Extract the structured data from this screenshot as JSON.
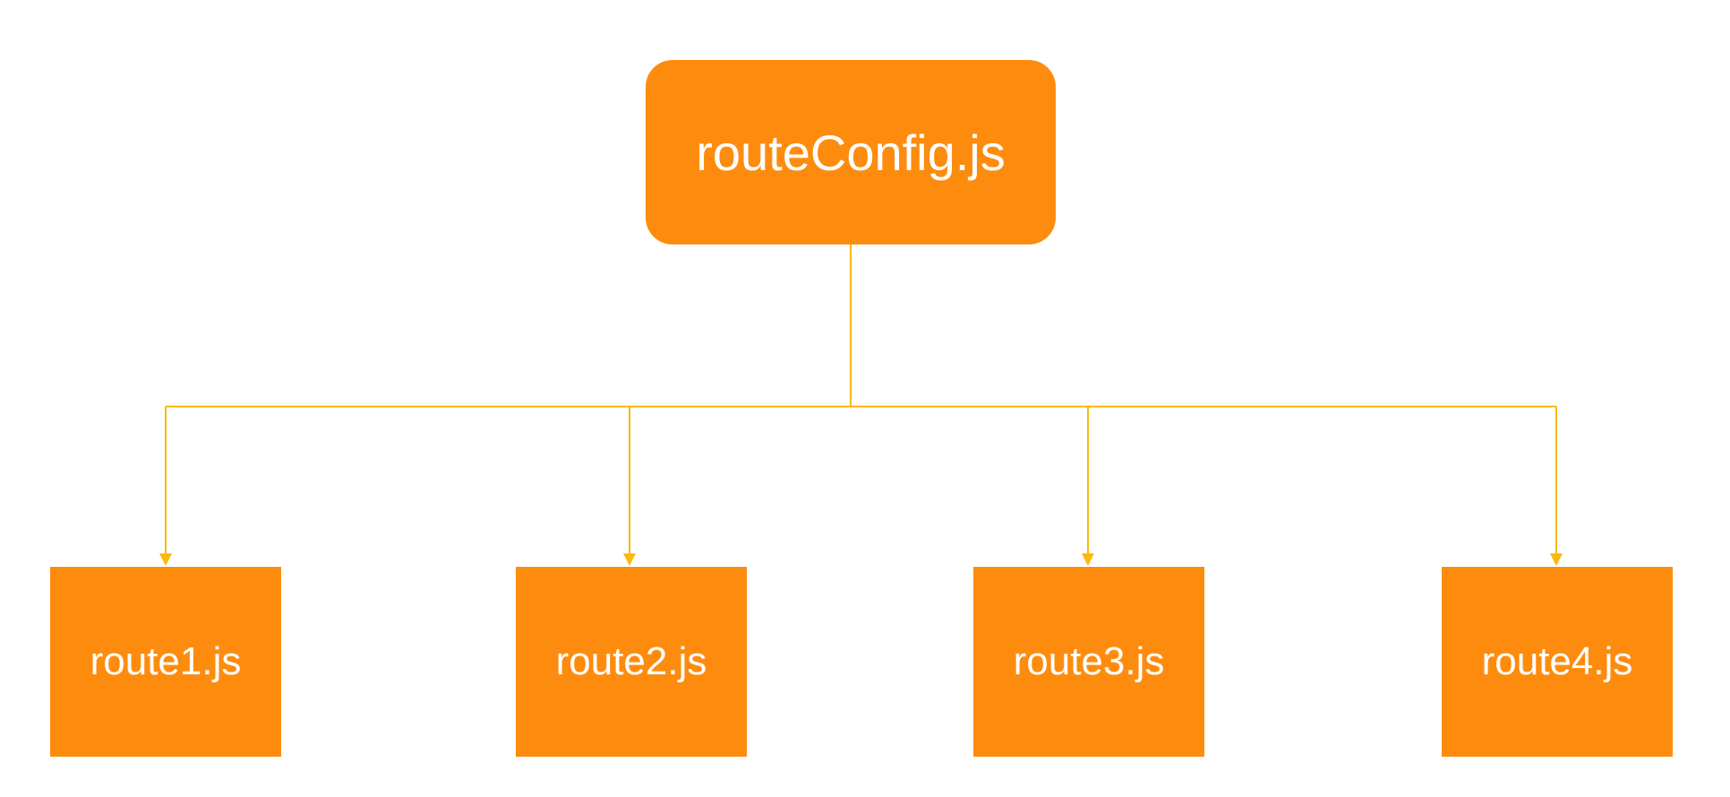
{
  "diagram": {
    "root": {
      "label": "routeConfig.js"
    },
    "children": [
      {
        "label": "route1.js"
      },
      {
        "label": "route2.js"
      },
      {
        "label": "route3.js"
      },
      {
        "label": "route4.js"
      }
    ],
    "colors": {
      "node_fill": "#fd8c0e",
      "node_text": "#ffffff",
      "connector": "#f9b90e"
    }
  }
}
